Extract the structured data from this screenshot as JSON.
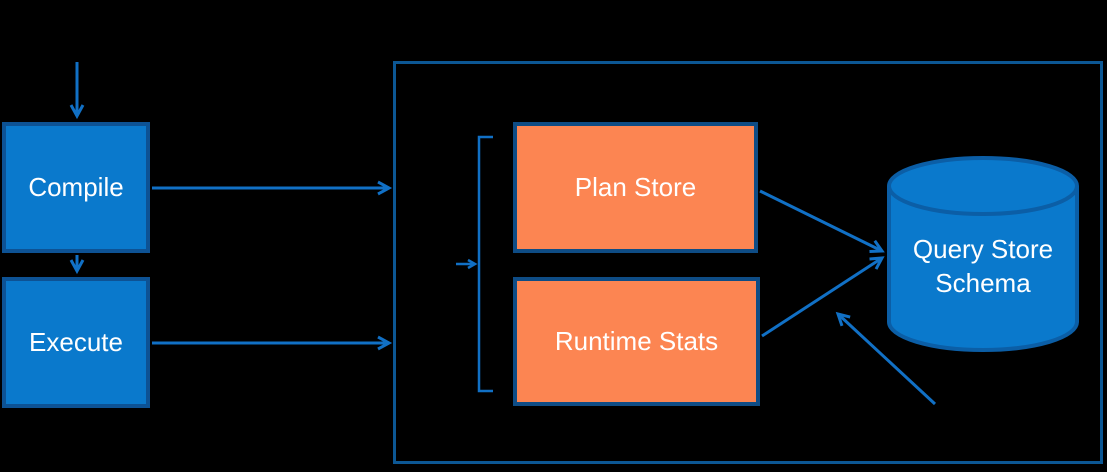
{
  "diagram": {
    "type": "flowchart",
    "nodes": {
      "compile": {
        "label": "Compile",
        "shape": "rectangle",
        "color_role": "process"
      },
      "execute": {
        "label": "Execute",
        "shape": "rectangle",
        "color_role": "process"
      },
      "plan_store": {
        "label": "Plan Store",
        "shape": "rectangle",
        "color_role": "store"
      },
      "runtime_stats": {
        "label": "Runtime Stats",
        "shape": "rectangle",
        "color_role": "store"
      },
      "query_store_schema": {
        "label_line1": "Query Store",
        "label_line2": "Schema",
        "shape": "database-cylinder",
        "color_role": "database"
      },
      "query_store_container": {
        "label": "",
        "shape": "outline-rectangle"
      }
    },
    "edges": [
      {
        "from": "top",
        "to": "compile",
        "type": "arrow"
      },
      {
        "from": "compile",
        "to": "execute",
        "type": "arrow"
      },
      {
        "from": "compile",
        "to": "query_store_container",
        "type": "arrow"
      },
      {
        "from": "execute",
        "to": "query_store_container",
        "type": "arrow"
      },
      {
        "from": "query_store_container_edge",
        "to": "stores_bracket",
        "type": "arrow"
      },
      {
        "from": "stores_bracket",
        "to": "plan_store_and_runtime_stats",
        "type": "bracket"
      },
      {
        "from": "plan_store",
        "to": "query_store_schema",
        "type": "arrow"
      },
      {
        "from": "runtime_stats",
        "to": "query_store_schema",
        "type": "arrow"
      },
      {
        "from": "bottom_right",
        "to": "runtime_stats_schema_connector",
        "type": "arrow"
      }
    ]
  },
  "colors": {
    "background": "#000000",
    "process_fill": "#0A79CC",
    "process_border": "#0D5294",
    "store_fill": "#FC8552",
    "store_border": "#0E4C85",
    "container_border": "#0C5794",
    "database_fill": "#0A79CC",
    "database_border": "#0B5EA6",
    "connector": "#1170C5",
    "label_text": "#FFFFFF"
  }
}
